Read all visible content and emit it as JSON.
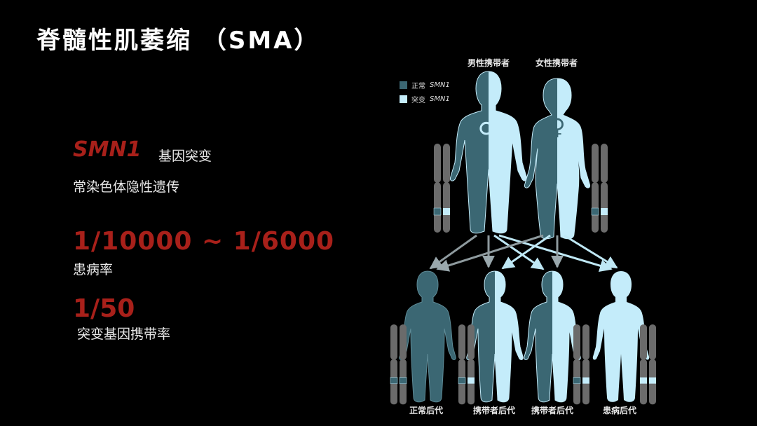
{
  "slide": {
    "title": "脊髓性肌萎缩 （SMA）",
    "gene": "SMN1",
    "gene_suffix": "基因突变",
    "inheritance": "常染色体隐性遗传",
    "incidence_value": "1/10000 ~ 1/6000",
    "incidence_label": "患病率",
    "carrier_value": "1/50",
    "carrier_label": "突变基因携带率"
  },
  "colors": {
    "accent_red": "#a8201a",
    "normal_gene": "#3b6773",
    "mutant_gene": "#c4ecfa",
    "chromosome": "#6b6b6b",
    "background": "#000000"
  },
  "diagram": {
    "legend": [
      {
        "label": "正常",
        "gene": "SMN1",
        "color": "#3b6773"
      },
      {
        "label": "突变",
        "gene": "SMN1",
        "color": "#c4ecfa"
      }
    ],
    "parents": [
      {
        "label": "男性携带者",
        "symbol": "♂",
        "genotype": [
          "normal",
          "mutant"
        ]
      },
      {
        "label": "女性携带者",
        "symbol": "♀",
        "genotype": [
          "normal",
          "mutant"
        ]
      }
    ],
    "offspring": [
      {
        "label": "正常后代",
        "genotype": [
          "normal",
          "normal"
        ]
      },
      {
        "label": "携带者后代",
        "genotype": [
          "normal",
          "mutant"
        ]
      },
      {
        "label": "携带者后代",
        "genotype": [
          "normal",
          "mutant"
        ]
      },
      {
        "label": "患病后代",
        "genotype": [
          "mutant",
          "mutant"
        ]
      }
    ]
  }
}
